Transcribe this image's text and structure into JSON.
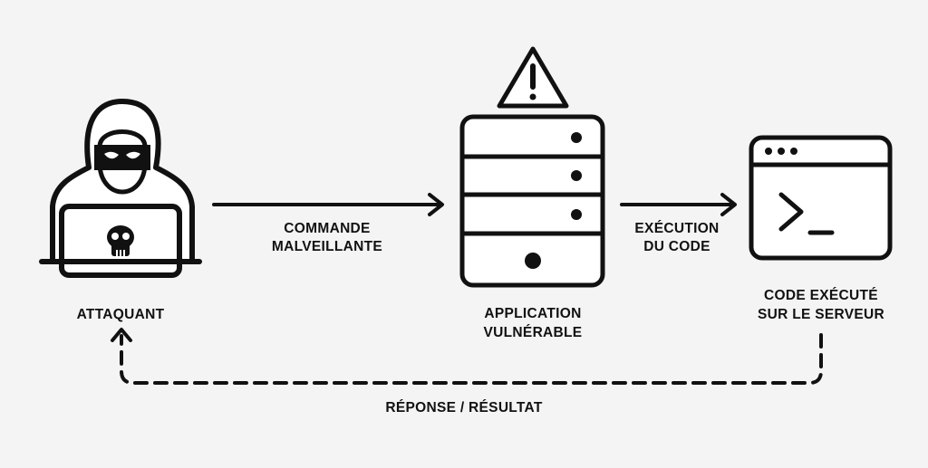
{
  "colors": {
    "background": "#f4f4f4",
    "ink": "#111111",
    "paper": "#ffffff"
  },
  "nodes": {
    "attacker": {
      "label": "ATTAQUANT",
      "icon": "hooded-hacker-icon"
    },
    "application": {
      "label_line1": "APPLICATION",
      "label_line2": "VULNÉRABLE",
      "icon": "server-rack-icon",
      "badge_icon": "warning-triangle-icon"
    },
    "server": {
      "label_line1": "CODE EXÉCUTÉ",
      "label_line2": "SUR LE SERVEUR",
      "icon": "terminal-window-icon"
    }
  },
  "edges": {
    "malicious_command": {
      "label_line1": "COMMANDE",
      "label_line2": "MALVEILLANTE"
    },
    "code_execution": {
      "label_line1": "EXÉCUTION",
      "label_line2": "DU CODE"
    },
    "response": {
      "label": "RÉPONSE / RÉSULTAT",
      "style": "dashed"
    }
  }
}
